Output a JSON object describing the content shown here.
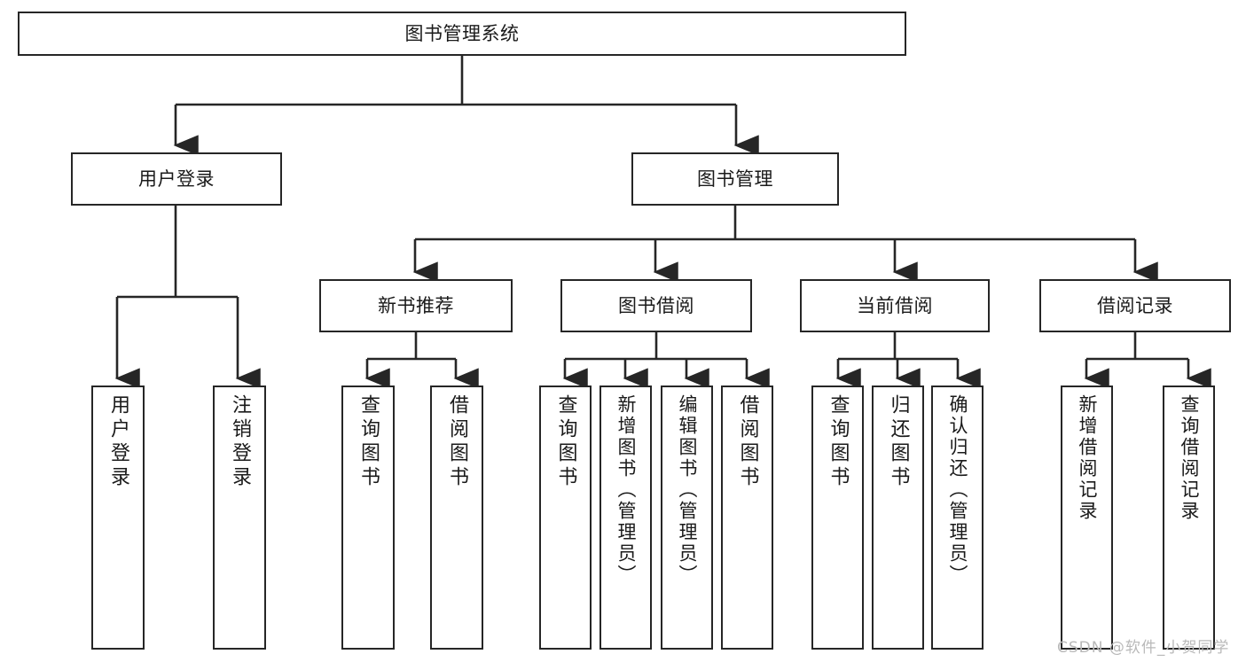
{
  "diagram": {
    "title": "图书管理系统",
    "type": "功能结构图",
    "stroke_color": "#262626",
    "fill_color": "#ffffff",
    "text_color": "#1a1a1a"
  },
  "root": {
    "label": "图书管理系统"
  },
  "level2": [
    {
      "label": "用户登录"
    },
    {
      "label": "图书管理"
    }
  ],
  "level3": [
    {
      "label": "新书推荐"
    },
    {
      "label": "图书借阅"
    },
    {
      "label": "当前借阅"
    },
    {
      "label": "借阅记录"
    }
  ],
  "leaves": {
    "user_login": [
      {
        "label": "用户登录"
      },
      {
        "label": "注销登录"
      }
    ],
    "new_book": [
      {
        "label": "查询图书"
      },
      {
        "label": "借阅图书"
      }
    ],
    "book_borrow": [
      {
        "label": "查询图书"
      },
      {
        "label": "新增图书（管理员）"
      },
      {
        "label": "编辑图书（管理员）"
      },
      {
        "label": "借阅图书"
      }
    ],
    "current_borrow": [
      {
        "label": "查询图书"
      },
      {
        "label": "归还图书"
      },
      {
        "label": "确认归还（管理员）"
      }
    ],
    "borrow_record": [
      {
        "label": "新增借阅记录"
      },
      {
        "label": "查询借阅记录"
      }
    ]
  },
  "watermark": {
    "text": "CSDN @软件_小贺同学"
  }
}
